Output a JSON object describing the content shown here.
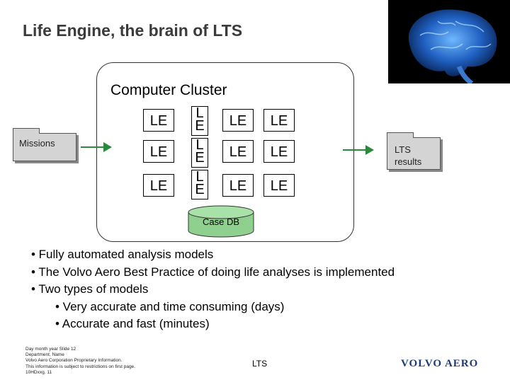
{
  "title": "Life Engine, the brain of LTS",
  "brain_icon": "brain-image",
  "cluster": {
    "title": "Computer Cluster",
    "le_label": "LE",
    "db_label": "Case DB"
  },
  "missions": "Missions",
  "results": {
    "line1": "LTS",
    "line2": "results"
  },
  "bullets": [
    "• Fully automated analysis models",
    "• The Volvo Aero Best Practice of doing life analyses is implemented",
    "• Two types of models",
    "• Very accurate and time consuming (days)",
    "• Accurate and fast (minutes)"
  ],
  "footer": {
    "lines": [
      "Day month year  Slide 12",
      "Department, Name",
      "Volvo Aero Corporation Proprietary Information.",
      "This information is subject to restrictions on first page.",
      "10HDxxg. 11"
    ],
    "center": "LTS",
    "logo": "VOLVO AERO"
  },
  "colors": {
    "arrow": "#2a8a3c",
    "folder": "#d4d4d4",
    "title": "#3a3a3a",
    "logo": "#1a3a7a"
  }
}
